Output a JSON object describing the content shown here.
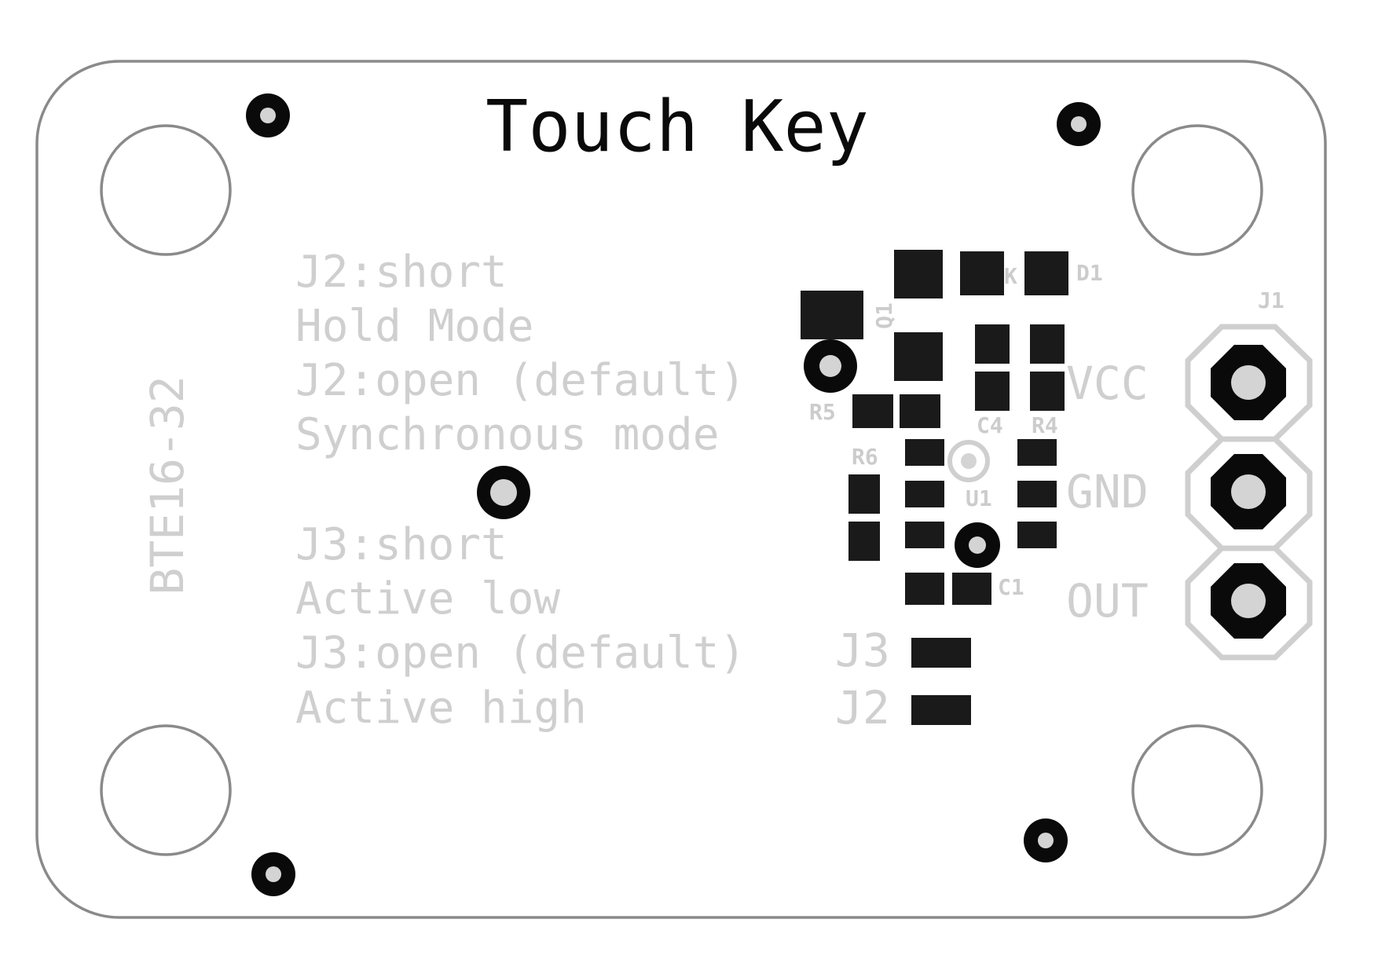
{
  "title": "Touch Key",
  "model": "BTE16-32",
  "notes": [
    "J2:short",
    "Hold Mode",
    "J2:open (default)",
    "Synchronous mode",
    "J3:short",
    "Active low",
    "J3:open (default)",
    "Active high"
  ],
  "refdes": {
    "d1": "D1",
    "k": "K",
    "q1": "Q1",
    "r5": "R5",
    "r6": "R6",
    "c4": "C4",
    "r4": "R4",
    "u1": "U1",
    "c1": "C1",
    "j1": "J1",
    "j3": "J3",
    "j2": "J2"
  },
  "pins": [
    "VCC",
    "GND",
    "OUT"
  ]
}
